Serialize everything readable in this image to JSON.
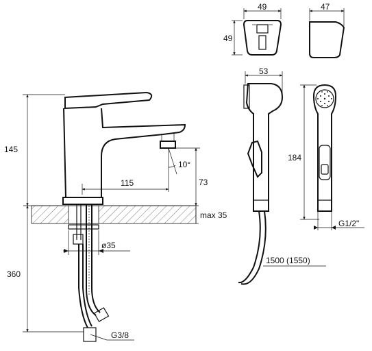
{
  "drawing": {
    "holder_front": {
      "width_label": "49",
      "height_label": "49"
    },
    "holder_side": {
      "width_label": "47"
    },
    "faucet": {
      "height_label": "145",
      "reach_label": "115",
      "angle_label": "10°",
      "spout_height_label": "73",
      "counter_label": "max 35",
      "hole_label": "ø35",
      "hose_length_label": "360",
      "connection_label": "G3/8"
    },
    "handshower": {
      "width_label": "53",
      "length_label": "184",
      "thread_label": "G1/2\"",
      "hose_label": "1500 (1550)"
    }
  }
}
